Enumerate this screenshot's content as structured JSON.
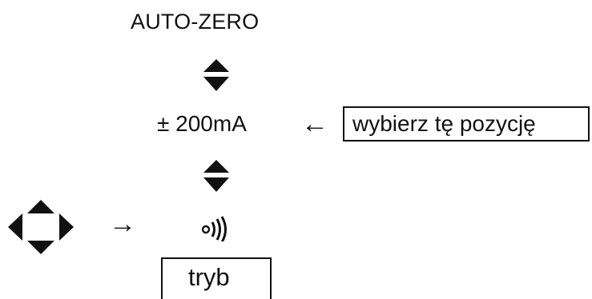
{
  "diagram": {
    "title": "AUTO-ZERO",
    "range": "± 200mA",
    "callout_arrow": "←",
    "callout_text": "wybierz tę pozycję",
    "nav_arrow": "→",
    "mode_label": "tryb",
    "icons": {
      "updown_top": "up-down-arrows-icon",
      "updown_bottom": "up-down-arrows-icon",
      "navigation": "four-way-navigation-icon",
      "continuity": "continuity-sound-icon"
    }
  }
}
